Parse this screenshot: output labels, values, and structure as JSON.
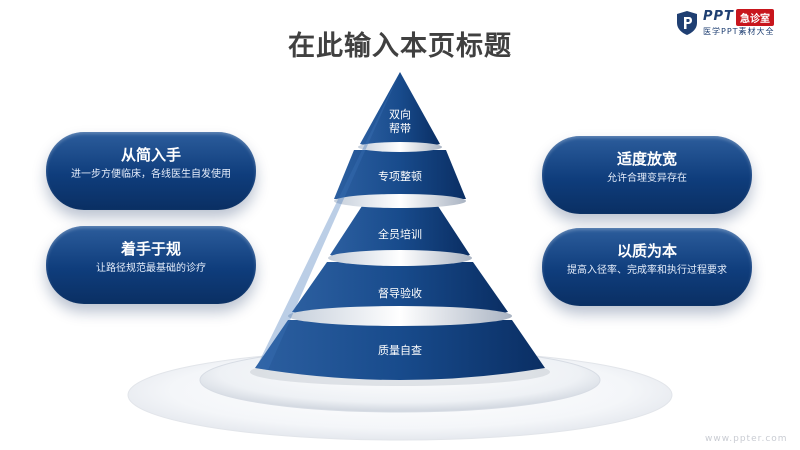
{
  "title": "在此输入本页标题",
  "logo": {
    "icon": "shield-p-icon",
    "ppt": "PPT",
    "badge": "急诊室",
    "sub": "医学PPT素材大全"
  },
  "pyramid": {
    "layers": [
      {
        "label": "双向\n帮带"
      },
      {
        "label": "专项整顿"
      },
      {
        "label": "全员培训"
      },
      {
        "label": "督导验收"
      },
      {
        "label": "质量自查"
      }
    ]
  },
  "cards": {
    "left_top": {
      "title": "从简入手",
      "desc": "进一步方便临床，各线医生自发使用"
    },
    "left_bottom": {
      "title": "着手于规",
      "desc": "让路径规范最基础的诊疗"
    },
    "right_top": {
      "title": "适度放宽",
      "desc": "允许合理变异存在"
    },
    "right_bottom": {
      "title": "以质为本",
      "desc": "提高入径率、完成率和执行过程要求"
    }
  },
  "watermark": "www.ppter.com",
  "colors": {
    "primary": "#0f3d7c",
    "accent": "#c8161d",
    "title": "#404040"
  }
}
